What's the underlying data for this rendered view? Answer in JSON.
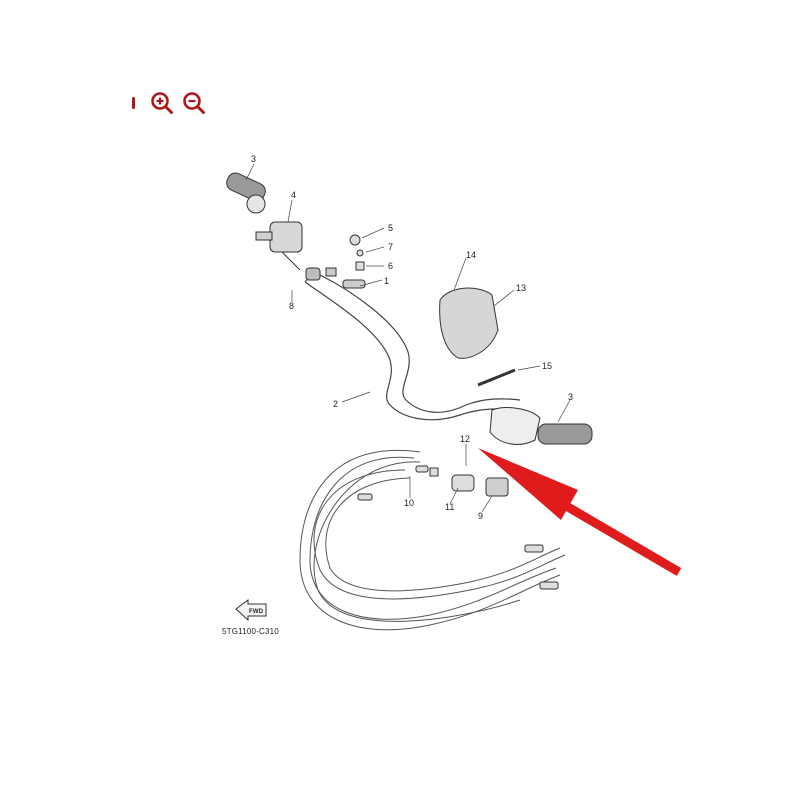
{
  "toolbar": {
    "zoom_in_icon": "zoom-in-icon",
    "zoom_out_icon": "zoom-out-icon",
    "accent_color": "#b01818"
  },
  "diagram": {
    "part_labels": [
      "3",
      "4",
      "5",
      "7",
      "6",
      "1",
      "8",
      "2",
      "14",
      "13",
      "15",
      "3",
      "12",
      "10",
      "11",
      "9"
    ],
    "direction_badge": "FWD",
    "drawing_code": "5TG1100-C310",
    "arrow_color": "#e01b1b"
  }
}
